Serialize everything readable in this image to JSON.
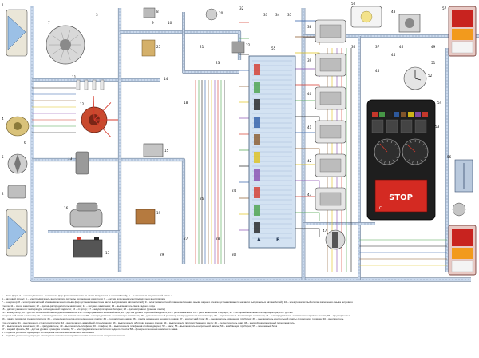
{
  "colors": {
    "background": "#ffffff",
    "harness_main": "#9aaec6",
    "harness_light": "#c9d8ec",
    "wire_red": "#d63a2c",
    "wire_green": "#4aa34a",
    "wire_black": "#222222",
    "wire_blue": "#2f5ea8",
    "wire_brown": "#8b5a2b",
    "wire_yellow": "#e0c21a",
    "wire_violet": "#8a4fb0",
    "lamp_red": "#c8231f",
    "lamp_orange": "#f29a1d",
    "stop_red": "#d42a22",
    "cluster_dark": "#1e1e1e"
  },
  "connector_side_labels": [
    "А",
    "Б"
  ],
  "instrument_cluster": {
    "warning_text": "STOP",
    "flag_text": "С"
  },
  "component_numbers": [
    "1",
    "2",
    "3",
    "4",
    "5",
    "6",
    "7",
    "8",
    "9",
    "10",
    "11",
    "12",
    "13",
    "14",
    "15",
    "16",
    "17",
    "18",
    "19",
    "20",
    "21",
    "22",
    "23",
    "24",
    "25",
    "26",
    "27",
    "28",
    "29",
    "30",
    "31",
    "32",
    "33",
    "34",
    "35",
    "36",
    "37",
    "38",
    "39",
    "40",
    "41",
    "42",
    "43",
    "44",
    "45",
    "46",
    "47",
    "48",
    "49",
    "50",
    "51",
    "52",
    "53",
    "54",
    "55",
    "56",
    "57"
  ],
  "legend": {
    "lines": [
      "1 – блок-фара; 2 – электродвигатель очистителя фар (устанавливается на части выпускаемых автомобилей); 3 – выключатель подкапотной лампы",
      "4 – звуковой сигнал; 5 – электродвигатель вентилятора системы охлаждения двигателя; 6 – датчик включения электродвигателя вентилятора",
      "7 – генератор; 8 – электромагнитный клапан включения омыва фар (устанавливается на части выпускаемых автомобилей); 9 – электромагнитный клапан включения омыва заднего стекла (устанавливается на части выпускаемых автомобилей); 10 – электромагнитный клапан включения омыва ветрового",
      "стекла; 11 – свеча зажигания; 12 – датчик-распределитель зажигания; 13 – катушка зажигания; 14 – выключатель света заднего хода",
      "15 – датчик указателя температуры охлаждающей жидкости; 16 – стартер; 17 – аккумуляторная батарея; 18 – датчик тревоги (красная лампа)",
      "19 – коммутатор; 20 – датчик сигнальной лампы давления масла; 21 – блок управления экономайзера; 22 – датчик уровня тормозной жидкости; 23 – реле зажигания; 24 – реле включения стартера; 25 – моторный выключатель карбюратора; 26 – датчик",
      "контрольной лампы заслонки; 27 – электродвигатель омывателя стекол; 28 – электродвигатель вентилятора отопителя; 29 – дополнительный резистор электродвигателя вентилятора; 30 – переключатель вентилятора отопителя; 31 – электродвигатель очистителя ветрового стекла; 32 – предохранитель",
      "33 – лампа подсветки ручки отопителя; 34 – штекерная розетка для переносной лампы; 35 – подкапотная лампа; 36 – лампа освещения вещевого ящика; 37 – контактный блок; 38 – выключатель освещения приборов; 39 – выключатель контрольной лампы стояночного тормоза; 40 – выключатель",
      "стоп-сигнала; 41 – выключатель стеклоочистителя; 42 – выключатель аварийной сигнализации; 43 – выключатель обогрева заднего стекла; 44 – выключатель противотуманного света; 45 – переключатель фар; 46 – многофункциональный переключатель",
      "47 – выключатель зажигания; 48 – прикуриватель; 49 – выключатель плафона; 50 – плафон; 51 – выключатели плафона в стойках дверей; 52 – часы; 53 – выключатель контрольной лампы; 54 – комбинация приборов; 55 – монтажный блок",
      "57 – задний фонарь; 56 – датчик уровня и резерва топлива; 57 – электродвигатель очистителя заднего стекла; 58 – фонарь освещения номерного знака",
      "А – порядок условной нумерации штекеров в колодке выключателя зажигания",
      "Б – порядок условной нумерации штекеров в колодке электродвигателя очистителя ветрового стекла"
    ]
  }
}
